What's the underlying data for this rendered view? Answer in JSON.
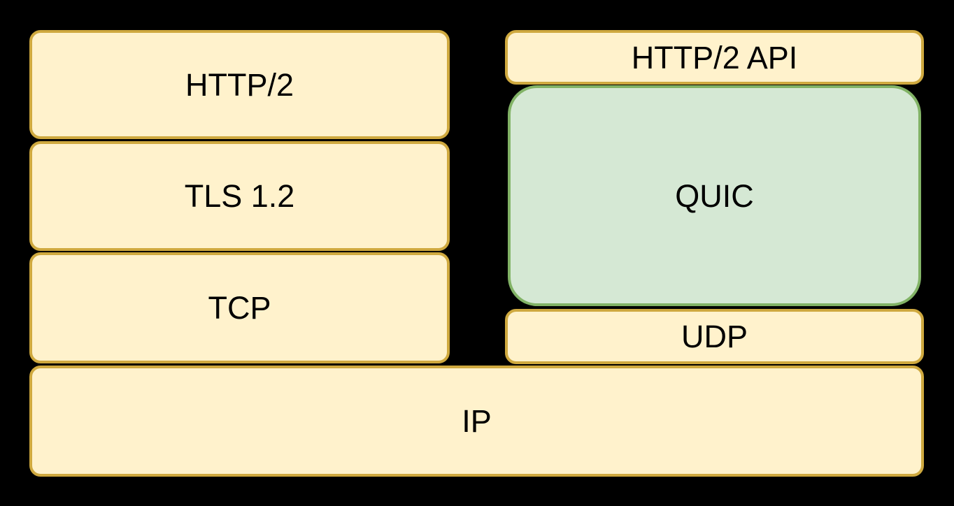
{
  "colors": {
    "box_fill": "#FFF2CC",
    "box_border": "#CFA93F",
    "quic_fill": "#D5E8D4",
    "quic_border": "#82B366",
    "text_color": "#000000",
    "canvas_bg": "#000000"
  },
  "diagram": {
    "type": "protocol-stack-comparison",
    "left_stack": [
      {
        "label": "HTTP/2"
      },
      {
        "label": "TLS 1.2"
      },
      {
        "label": "TCP"
      }
    ],
    "right_stack": [
      {
        "label": "HTTP/2 API"
      },
      {
        "label": "QUIC"
      },
      {
        "label": "UDP"
      }
    ],
    "base_row": {
      "label": "IP"
    }
  }
}
